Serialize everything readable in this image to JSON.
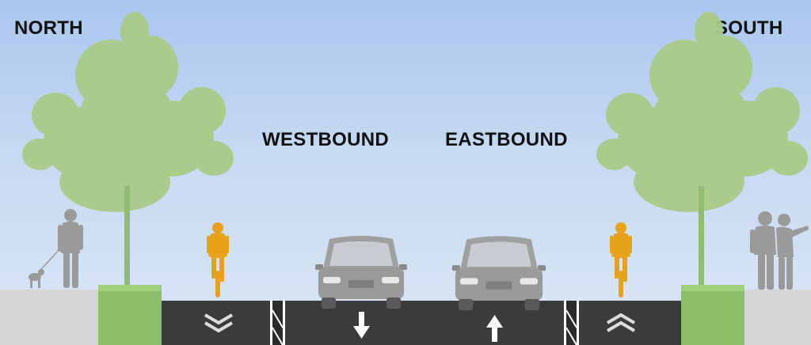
{
  "labels": {
    "north": "NORTH",
    "south": "SOUTH",
    "westbound": "WESTBOUND",
    "eastbound": "EASTBOUND"
  },
  "colors": {
    "sky_top": "#a9c7ee",
    "sky_bottom": "#dbe7f6",
    "tree": "#a8cc88",
    "trunk": "#8fbd72",
    "planter": "#8cbf6a",
    "sidewalk": "#d6d6d6",
    "roadway": "#3b3b3b",
    "cyclist": "#e8a21a",
    "car": "#9a9a9a",
    "pedestrian": "#9a9a9a",
    "marking": "#ffffff"
  },
  "icons": {
    "westbound_bike_lane": "double-chevron-down-icon",
    "westbound_travel_lane": "arrow-down-icon",
    "eastbound_travel_lane": "arrow-up-icon",
    "eastbound_bike_lane": "double-chevron-up-icon",
    "buffer": "hatched-buffer-icon"
  }
}
